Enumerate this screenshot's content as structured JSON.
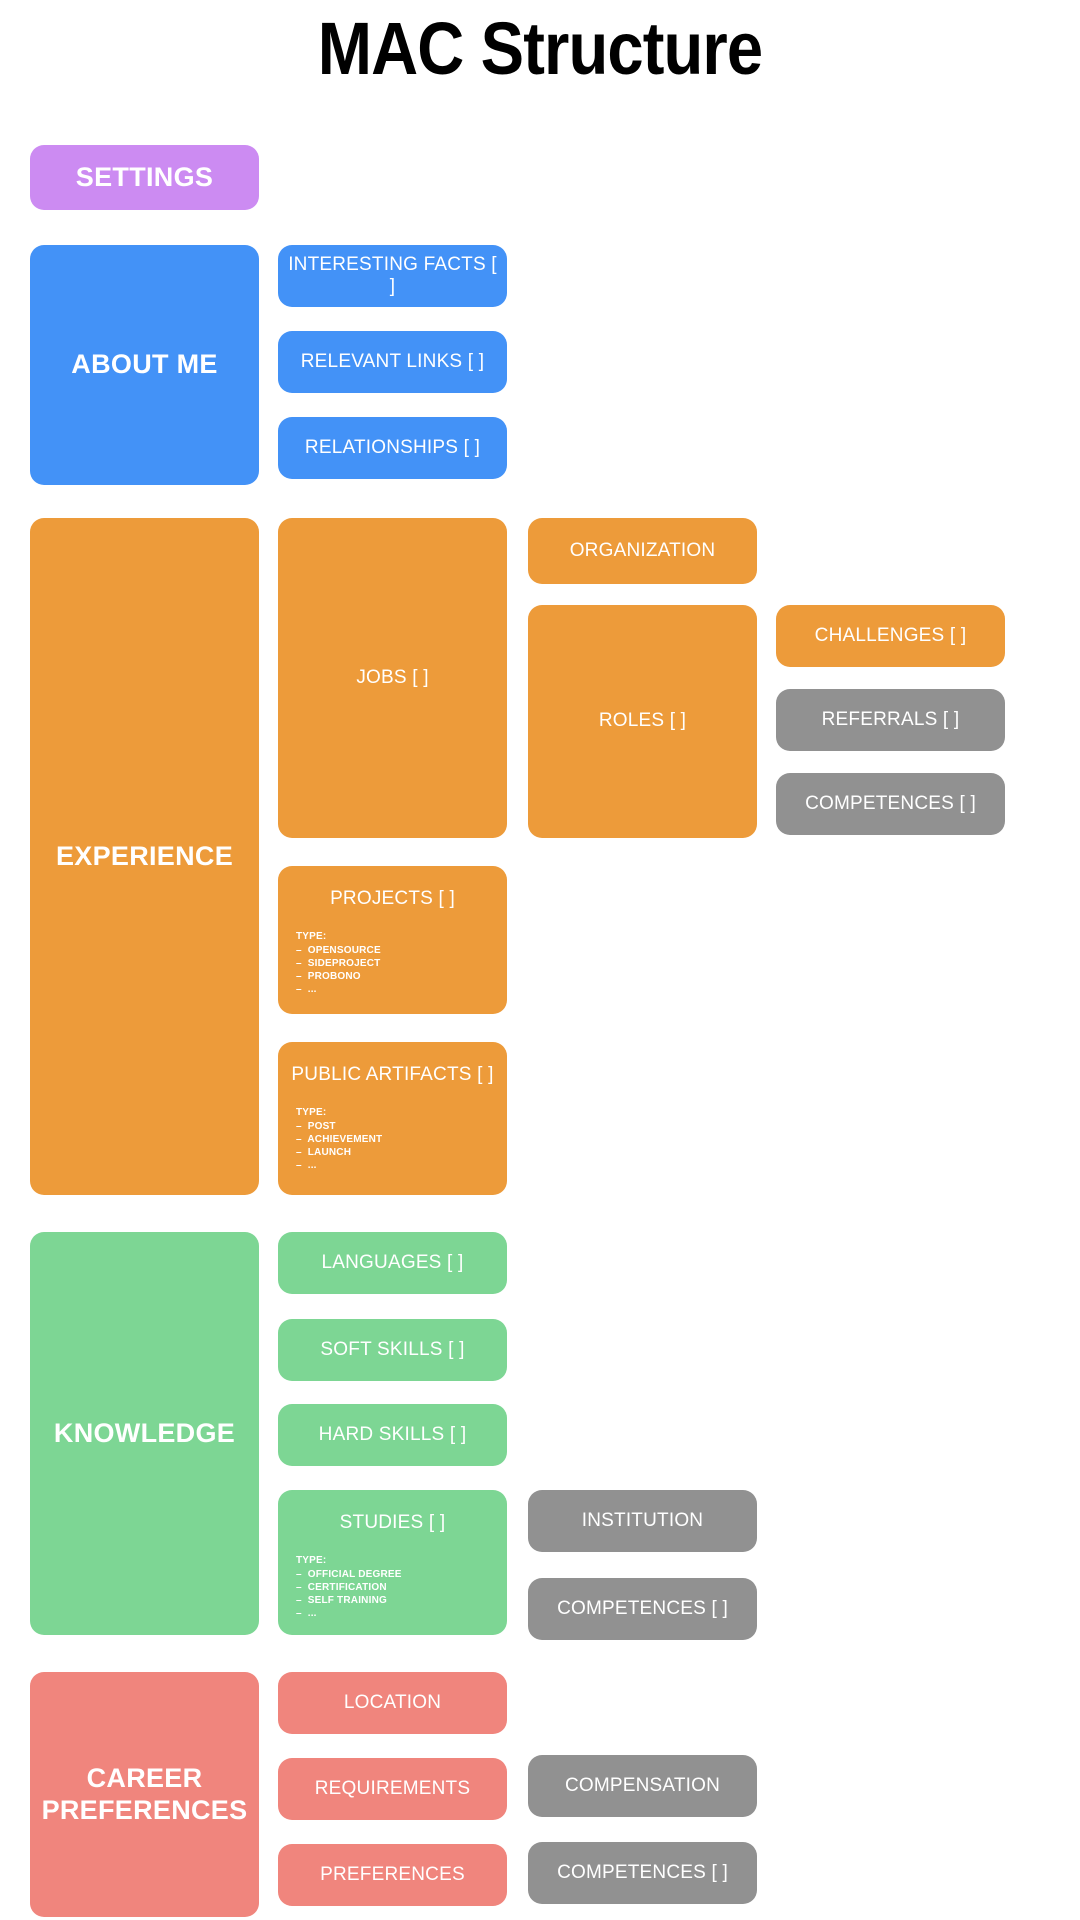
{
  "page": {
    "title": "MAC Structure",
    "background": "#ffffff"
  },
  "colors": {
    "purple": "#cc8bf2",
    "blue": "#4392f7",
    "orange": "#ed9b3a",
    "green": "#7dd694",
    "red": "#f0857d",
    "gray": "#919191",
    "text": "#ffffff",
    "title_text": "#000000"
  },
  "sections": {
    "settings": {
      "label": "SETTINGS"
    },
    "about_me": {
      "label": "ABOUT ME",
      "children": [
        {
          "label": "INTERESTING FACTS [ ]"
        },
        {
          "label": "RELEVANT LINKS [ ]"
        },
        {
          "label": "RELATIONSHIPS [ ]"
        }
      ]
    },
    "experience": {
      "label": "EXPERIENCE",
      "jobs": {
        "label": "JOBS [ ]"
      },
      "organization": {
        "label": "ORGANIZATION"
      },
      "roles": {
        "label": "ROLES [ ]"
      },
      "challenges": {
        "label": "CHALLENGES [ ]"
      },
      "referrals": {
        "label": "REFERRALS [ ]"
      },
      "competences": {
        "label": "COMPETENCES [ ]"
      },
      "projects": {
        "label": "PROJECTS [ ]",
        "type_label": "TYPE:",
        "types": [
          "–  OPENSOURCE",
          "–  SIDEPROJECT",
          "–  PROBONO",
          "–  ..."
        ]
      },
      "public_artifacts": {
        "label": "PUBLIC ARTIFACTS [ ]",
        "type_label": "TYPE:",
        "types": [
          "–  POST",
          "–  ACHIEVEMENT",
          "–  LAUNCH",
          "–  ..."
        ]
      }
    },
    "knowledge": {
      "label": "KNOWLEDGE",
      "languages": {
        "label": "LANGUAGES [ ]"
      },
      "soft_skills": {
        "label": "SOFT SKILLS [ ]"
      },
      "hard_skills": {
        "label": "HARD SKILLS [ ]"
      },
      "studies": {
        "label": "STUDIES [ ]",
        "type_label": "TYPE:",
        "types": [
          "–  OFFICIAL DEGREE",
          "–  CERTIFICATION",
          "–  SELF TRAINING",
          "–  ..."
        ]
      },
      "institution": {
        "label": "INSTITUTION"
      },
      "competences": {
        "label": "COMPETENCES [ ]"
      }
    },
    "career_preferences": {
      "label": "CAREER\nPREFERENCES",
      "location": {
        "label": "LOCATION"
      },
      "requirements": {
        "label": "REQUIREMENTS"
      },
      "preferences": {
        "label": "PREFERENCES"
      },
      "compensation": {
        "label": "COMPENSATION"
      },
      "competences": {
        "label": "COMPETENCES [ ]"
      }
    }
  }
}
